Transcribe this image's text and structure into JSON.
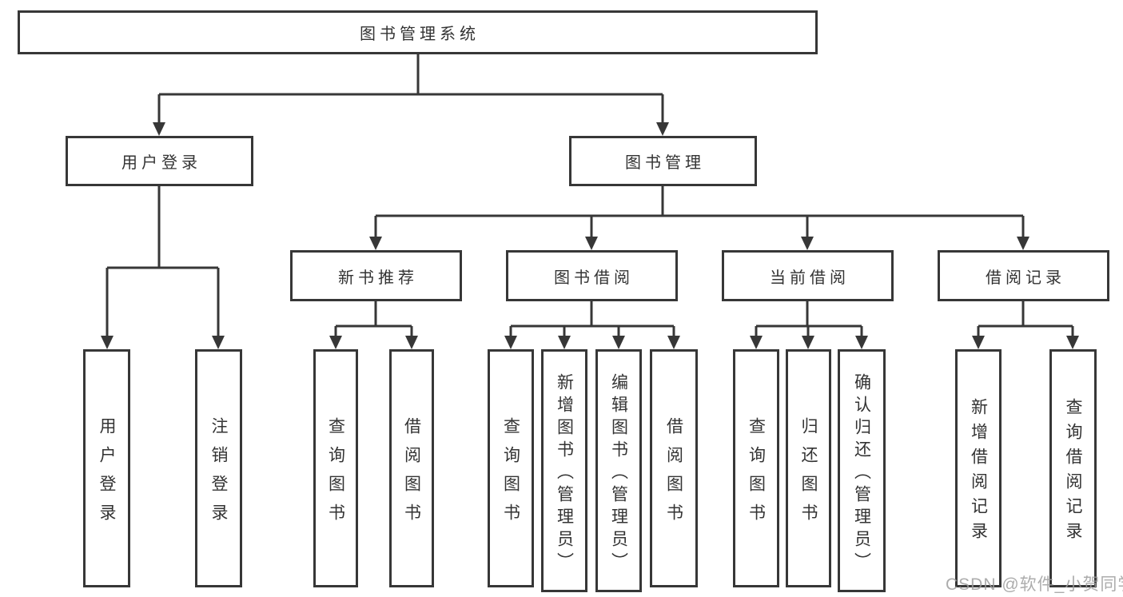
{
  "tree": {
    "label": "图书管理系统",
    "children": [
      {
        "label": "用户登录",
        "children": [
          {
            "label": "用户登录"
          },
          {
            "label": "注销登录"
          }
        ]
      },
      {
        "label": "图书管理",
        "children": [
          {
            "label": "新书推荐",
            "children": [
              {
                "label": "查询图书"
              },
              {
                "label": "借阅图书"
              }
            ]
          },
          {
            "label": "图书借阅",
            "children": [
              {
                "label": "查询图书"
              },
              {
                "label": "新增图书（管理员）"
              },
              {
                "label": "编辑图书（管理员）"
              },
              {
                "label": "借阅图书"
              }
            ]
          },
          {
            "label": "当前借阅",
            "children": [
              {
                "label": "查询图书"
              },
              {
                "label": "归还图书"
              },
              {
                "label": "确认归还（管理员）"
              }
            ]
          },
          {
            "label": "借阅记录",
            "children": [
              {
                "label": "新增借阅记录"
              },
              {
                "label": "查询借阅记录"
              }
            ]
          }
        ]
      }
    ]
  },
  "watermark": {
    "text": "CSDN @软件_小贺同学"
  },
  "colors": {
    "line": "#373737",
    "text": "#333333",
    "watermark": "#9E9E9E",
    "background": "#FFFFFF"
  }
}
